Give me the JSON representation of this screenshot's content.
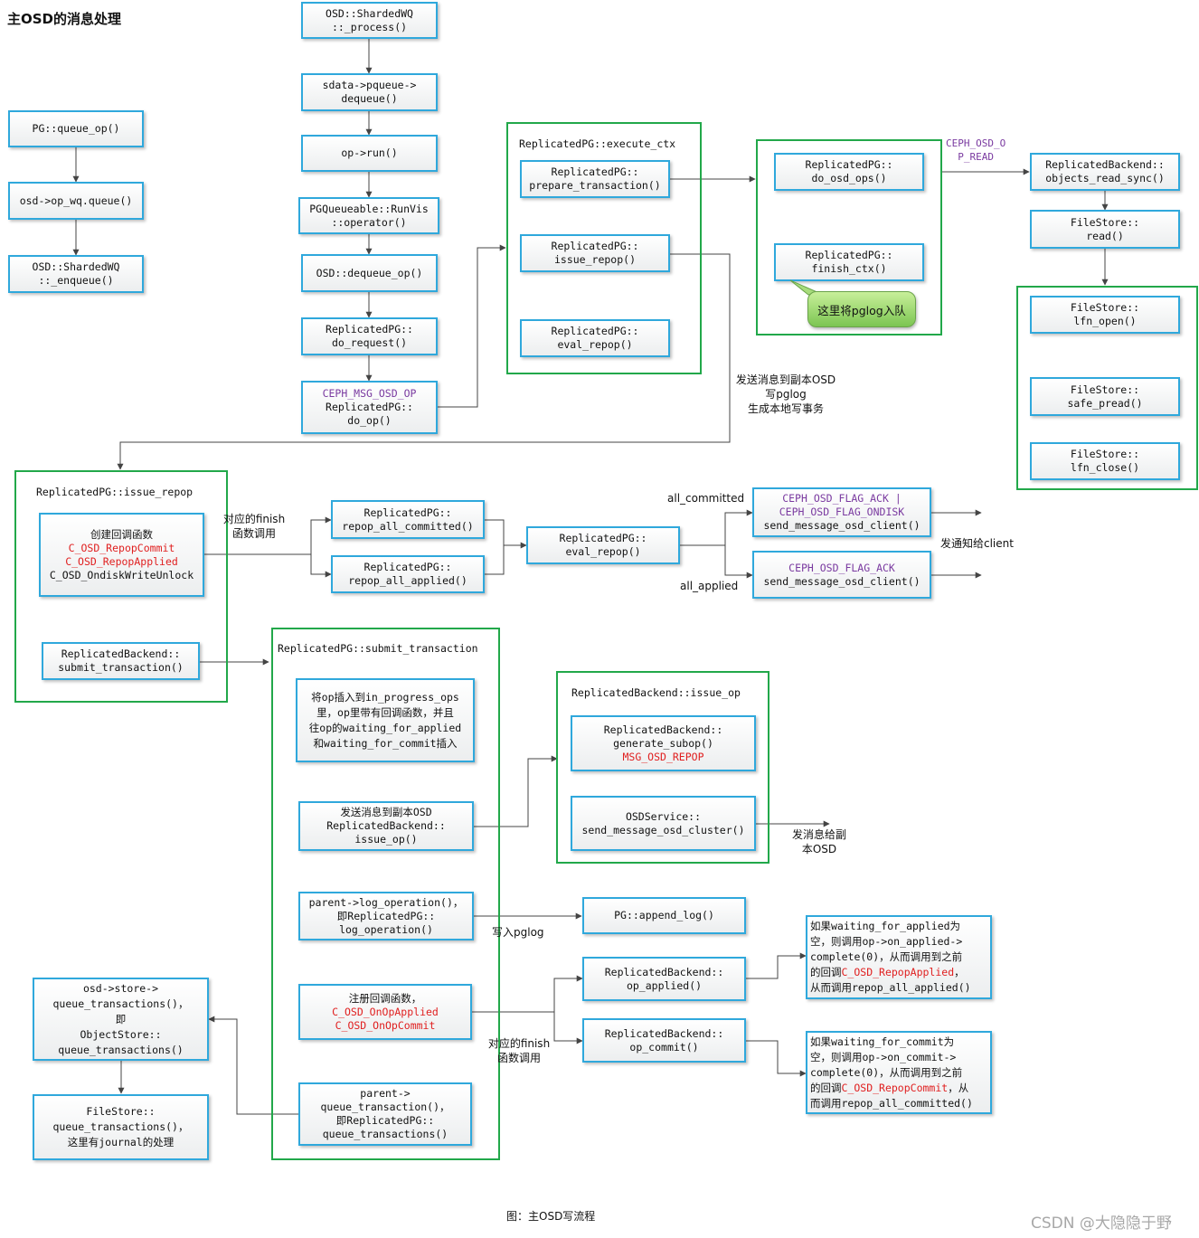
{
  "title": "主OSD的消息处理",
  "caption": "图：主OSD写流程",
  "watermark": "CSDN @大隐隐于野",
  "boxes": {
    "pg_queue_op": "PG::queue_op()",
    "osd_op_wq_queue": "osd->op_wq.queue()",
    "sharded_enqueue": "OSD::ShardedWQ\n::_enqueue()",
    "sharded_process": "OSD::ShardedWQ\n::_process()",
    "pqueue_dequeue": "sdata->pqueue->\ndequeue()",
    "op_run": "op->run()",
    "runvis": "PGQueueable::RunVis\n::operator()",
    "osd_dequeue_op": "OSD::dequeue_op()",
    "do_request": "ReplicatedPG::\ndo_request()",
    "do_op_flag": "CEPH_MSG_OSD_OP",
    "do_op": "ReplicatedPG::\ndo_op()",
    "prepare_transaction": "ReplicatedPG::\nprepare_transaction()",
    "issue_repop": "ReplicatedPG::\nissue_repop()",
    "eval_repop_top": "ReplicatedPG::\neval_repop()",
    "do_osd_ops": "ReplicatedPG::\ndo_osd_ops()",
    "finish_ctx": "ReplicatedPG::\nfinish_ctx()",
    "objects_read_sync": "ReplicatedBackend::\nobjects_read_sync()",
    "filestore_read": "FileStore::\nread()",
    "lfn_open": "FileStore::\nlfn_open()",
    "safe_pread": "FileStore::\nsafe_pread()",
    "lfn_close": "FileStore::\nlfn_close()",
    "create_cb_title": "创建回调函数",
    "create_cb_l1": "C_OSD_RepopCommit",
    "create_cb_l2": "C_OSD_RepopApplied",
    "create_cb_l3": "C_OSD_OndiskWriteUnlock",
    "rb_submit_transaction": "ReplicatedBackend::\nsubmit_transaction()",
    "repop_all_committed": "ReplicatedPG::\nrepop_all_committed()",
    "repop_all_applied": "ReplicatedPG::\nrepop_all_applied()",
    "eval_repop_mid": "ReplicatedPG::\neval_repop()",
    "send_ack_ondisk_flag": "CEPH_OSD_FLAG_ACK |\nCEPH_OSD_FLAG_ONDISK",
    "send_ack_ondisk": "send_message_osd_client()",
    "send_ack_flag": "CEPH_OSD_FLAG_ACK",
    "send_ack": "send_message_osd_client()",
    "insert_in_progress": "将op插入到in_progress_ops\n里，op里带有回调函数，并且\n往op的waiting_for_applied\n和waiting_for_commit插入",
    "send_to_replica": "发送消息到副本OSD\nReplicatedBackend::\nissue_op()",
    "log_operation": "parent->log_operation()，\n即ReplicatedPG::\nlog_operation()",
    "register_cb_title": "注册回调函数，",
    "register_cb_l1": "C_OSD_OnOpApplied",
    "register_cb_l2": "C_OSD_OnOpCommit",
    "queue_transaction": "parent->\nqueue_transaction()，\n即ReplicatedPG::\nqueue_transactions()",
    "generate_subop": "ReplicatedBackend::\ngenerate_subop()",
    "generate_subop_flag": "MSG_OSD_REPOP",
    "send_cluster": "OSDService::\nsend_message_osd_cluster()",
    "append_log": "PG::append_log()",
    "rb_op_applied": "ReplicatedBackend::\nop_applied()",
    "rb_op_commit": "ReplicatedBackend::\nop_commit()",
    "applied_note_a": "如果waiting_for_applied为\n空，则调用op->on_applied->\ncomplete(0)，从而调用到之前\n的回调",
    "applied_note_red": "C_OSD_RepopApplied",
    "applied_note_b": "，\n从而调用repop_all_applied()",
    "commit_note_a": "如果waiting_for_commit为\n空，则调用op->on_commit->\ncomplete(0)，从而调用到之前\n的回调",
    "commit_note_red": "C_OSD_RepopCommit",
    "commit_note_b": "，从\n而调用repop_all_committed()",
    "store_queue_transactions": "osd->store->\nqueue_transactions()，\n即\nObjectStore::\nqueue_transactions()",
    "filestore_queue_transactions": "FileStore::\nqueue_transactions()，\n这里有journal的处理"
  },
  "groups": {
    "execute_ctx": "ReplicatedPG::execute_ctx",
    "issue_repop": "ReplicatedPG::issue_repop",
    "submit_transaction": "ReplicatedPG::submit_transaction",
    "issue_op": "ReplicatedBackend::issue_op"
  },
  "labels": {
    "ceph_osd_op_read": "CEPH_OSD_O\nP_READ",
    "bubble": "这里将pglog入队",
    "send_to_replica_note": "发送消息到副本OSD\n写pglog\n生成本地写事务",
    "finish_cb_1": "对应的finish\n函数调用",
    "all_committed": "all_committed",
    "all_applied": "all_applied",
    "notify_client": "发通知给client",
    "send_to_replica_osd": "发消息给副\n本OSD",
    "write_pglog": "写入pglog",
    "finish_cb_2": "对应的finish\n函数调用"
  }
}
